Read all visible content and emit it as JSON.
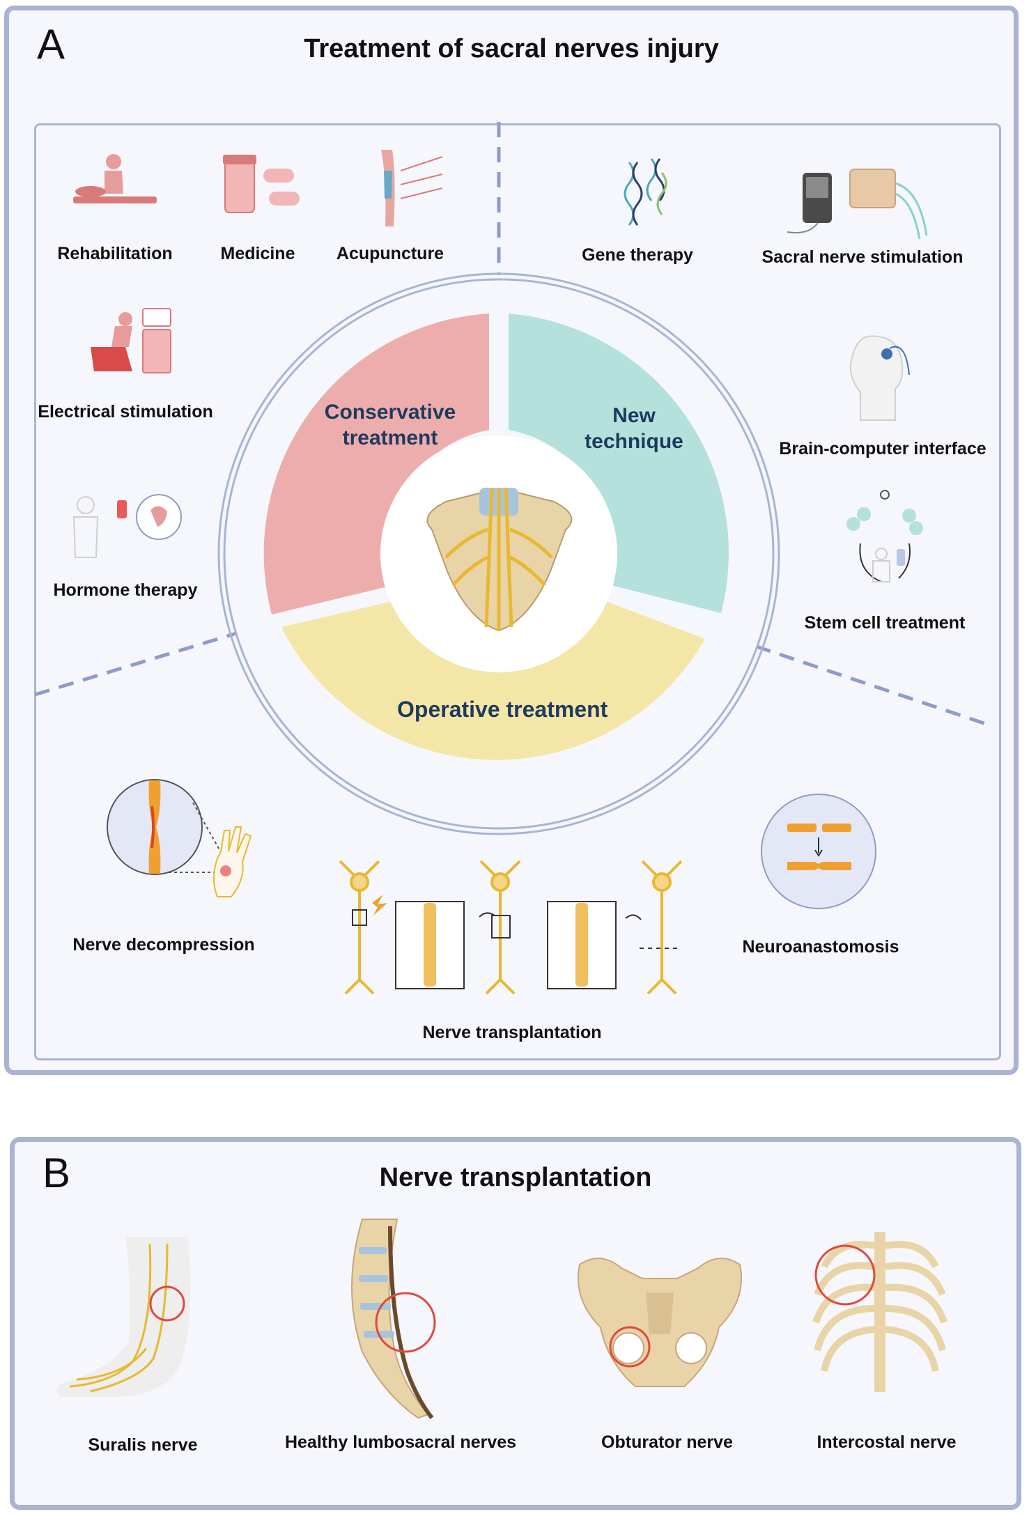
{
  "panel_a": {
    "letter": "A",
    "title": "Treatment of sacral nerves injury",
    "segments": {
      "conservative": {
        "line1": "Conservative",
        "line2": "treatment",
        "color": "#eeadad"
      },
      "new": {
        "line1": "New",
        "line2": "technique",
        "color": "#b4e1dc"
      },
      "operative": {
        "line1": "Operative treatment",
        "color": "#f4e6a6"
      }
    },
    "conservative_items": [
      "Rehabilitation",
      "Medicine",
      "Acupuncture",
      "Electrical stimulation",
      "Hormone therapy"
    ],
    "new_items": [
      "Gene therapy",
      "Sacral nerve stimulation",
      "Brain-computer interface",
      "Stem cell treatment"
    ],
    "operative_items": [
      "Nerve decompression",
      "Nerve transplantation",
      "Neuroanastomosis"
    ]
  },
  "panel_b": {
    "letter": "B",
    "title": "Nerve transplantation",
    "items": [
      "Suralis nerve",
      "Healthy lumbosacral nerves",
      "Obturator nerve",
      "Intercostal nerve"
    ]
  },
  "colors": {
    "panel_border": "#a9b4d4",
    "segment_text": "#1e3a5f",
    "nerve": "#e8b830",
    "highlight": "#e04a3a"
  }
}
